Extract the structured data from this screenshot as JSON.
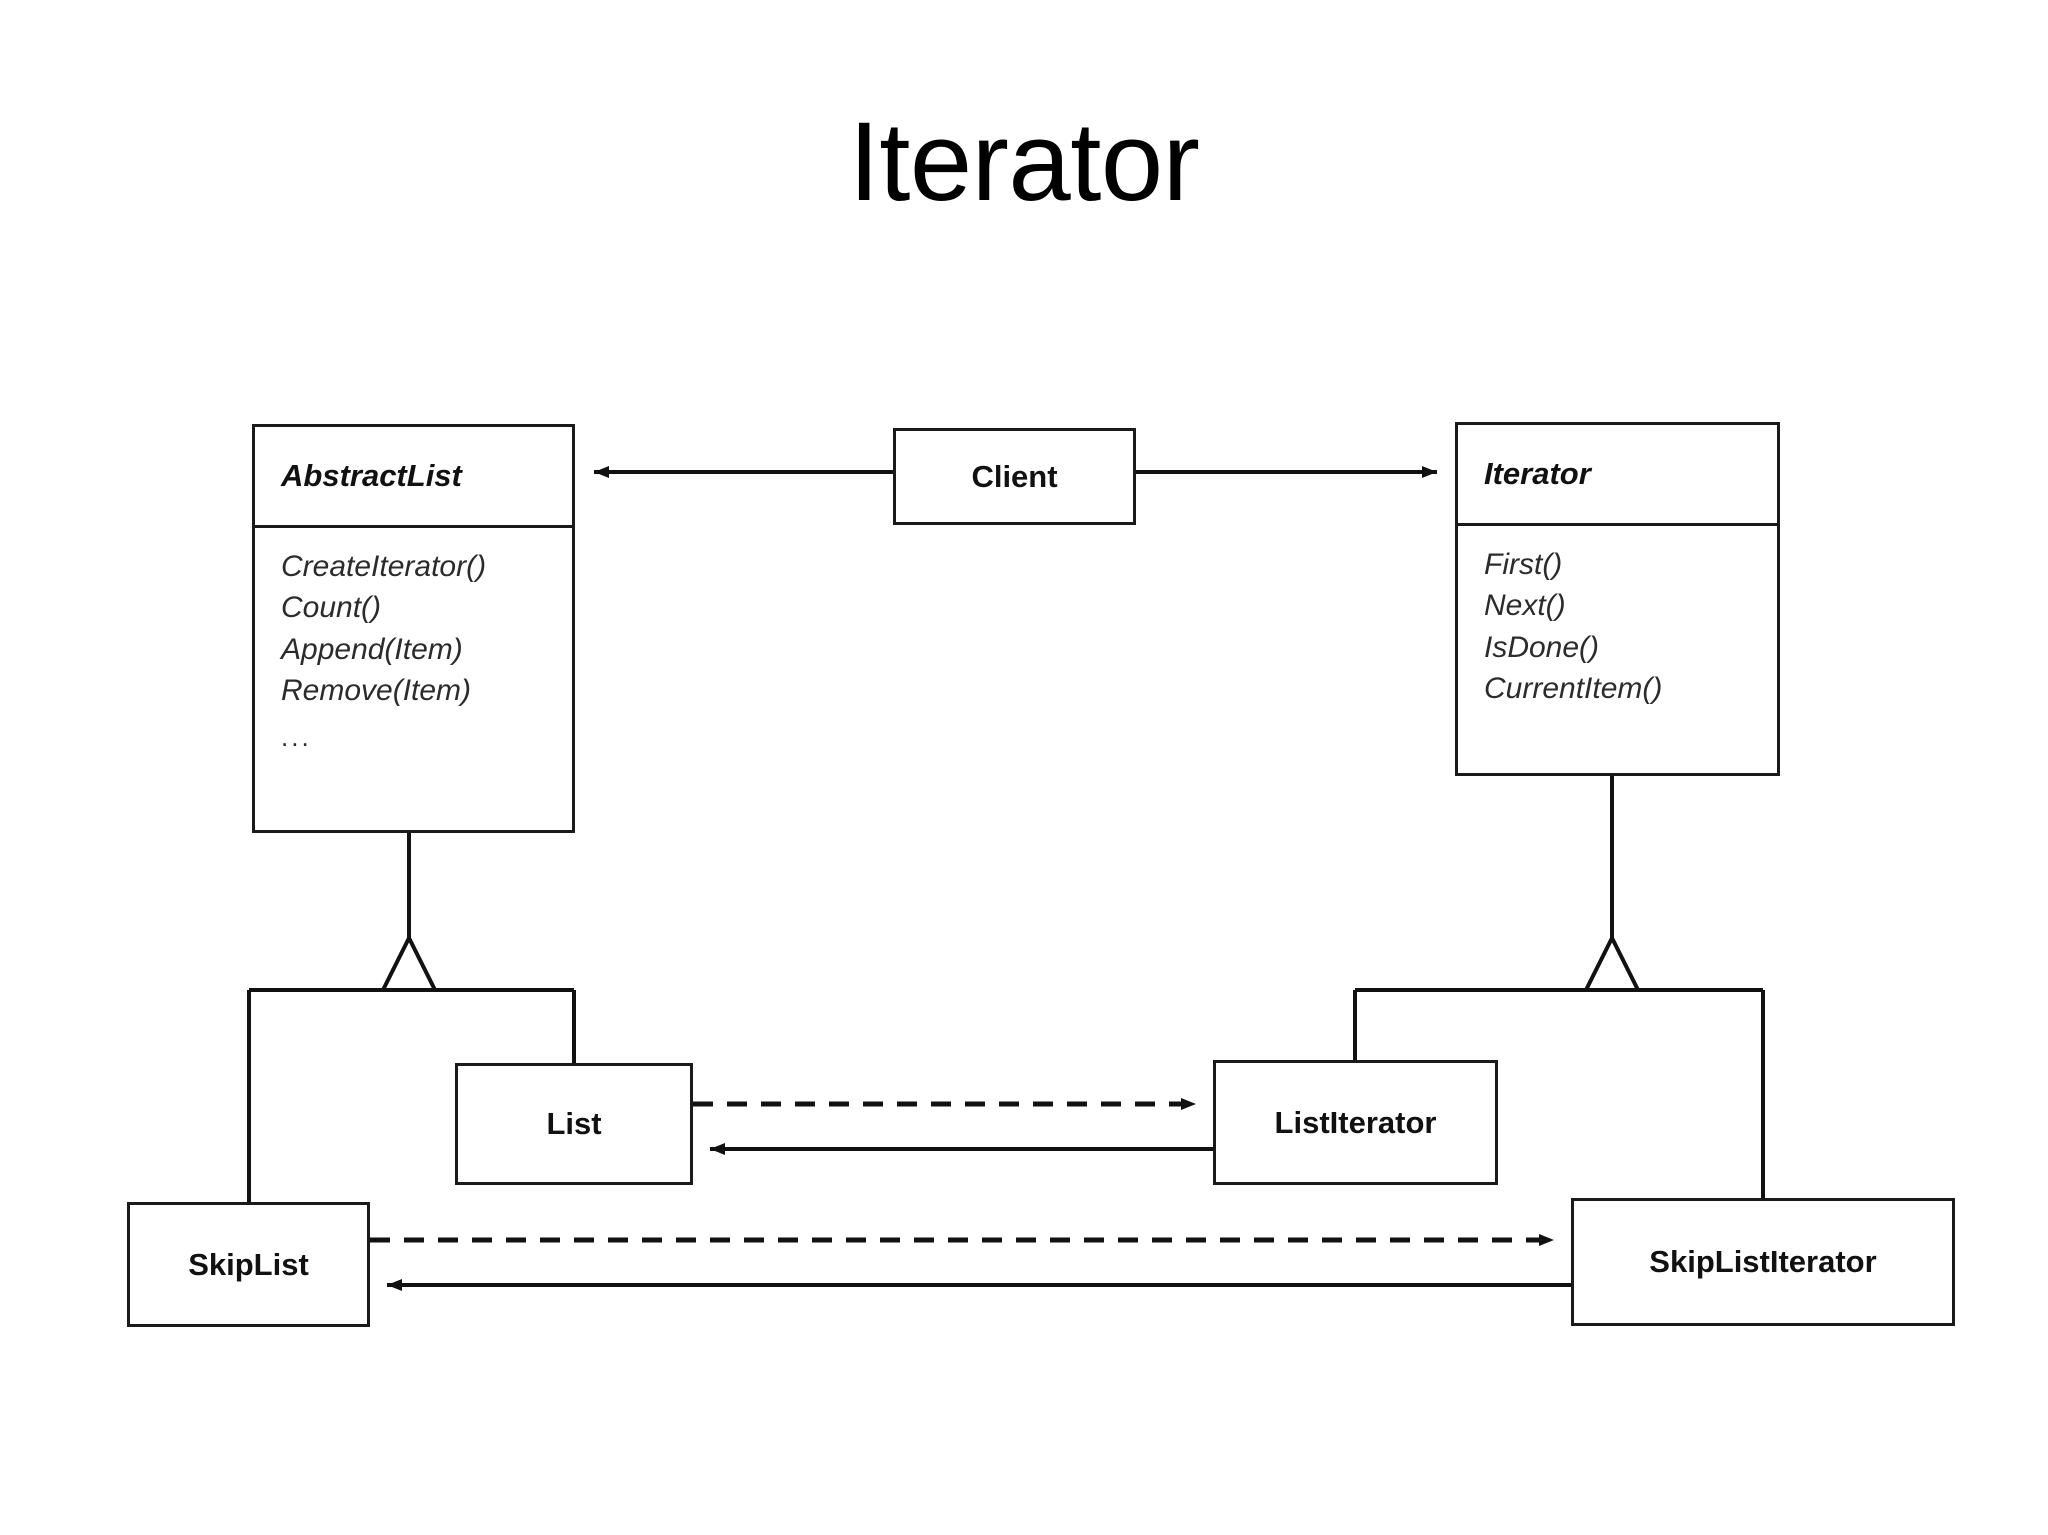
{
  "slide": {
    "title": "Iterator",
    "background_color": "#ffffff",
    "line_color": "#1a1a1a"
  },
  "diagram": {
    "type": "uml-class-diagram",
    "classes": [
      {
        "id": "abstractlist",
        "name": "AbstractList",
        "abstract": true,
        "operations": [
          "CreateIterator()",
          "Count()",
          "Append(Item)",
          "Remove(Item)",
          "..."
        ]
      },
      {
        "id": "client",
        "name": "Client",
        "abstract": false,
        "operations": []
      },
      {
        "id": "iterator",
        "name": "Iterator",
        "abstract": true,
        "operations": [
          "First()",
          "Next()",
          "IsDone()",
          "CurrentItem()"
        ]
      },
      {
        "id": "list",
        "name": "List",
        "abstract": false,
        "operations": []
      },
      {
        "id": "listiterator",
        "name": "ListIterator",
        "abstract": false,
        "operations": []
      },
      {
        "id": "skiplist",
        "name": "SkipList",
        "abstract": false,
        "operations": []
      },
      {
        "id": "skiplistiterator",
        "name": "SkipListIterator",
        "abstract": false,
        "operations": []
      }
    ],
    "relationships": [
      {
        "from": "client",
        "to": "abstractlist",
        "kind": "association",
        "line": "solid",
        "arrowhead": "filled",
        "direction": "left"
      },
      {
        "from": "client",
        "to": "iterator",
        "kind": "association",
        "line": "solid",
        "arrowhead": "filled",
        "direction": "right"
      },
      {
        "from": "list",
        "to": "abstractlist",
        "kind": "generalization",
        "line": "solid",
        "arrowhead": "hollow-triangle"
      },
      {
        "from": "skiplist",
        "to": "abstractlist",
        "kind": "generalization",
        "line": "solid",
        "arrowhead": "hollow-triangle"
      },
      {
        "from": "listiterator",
        "to": "iterator",
        "kind": "generalization",
        "line": "solid",
        "arrowhead": "hollow-triangle"
      },
      {
        "from": "skiplistiterator",
        "to": "iterator",
        "kind": "generalization",
        "line": "solid",
        "arrowhead": "hollow-triangle"
      },
      {
        "from": "list",
        "to": "listiterator",
        "kind": "dependency",
        "line": "dashed",
        "arrowhead": "filled",
        "direction": "right"
      },
      {
        "from": "listiterator",
        "to": "list",
        "kind": "association",
        "line": "solid",
        "arrowhead": "filled",
        "direction": "left"
      },
      {
        "from": "skiplist",
        "to": "skiplistiterator",
        "kind": "dependency",
        "line": "dashed",
        "arrowhead": "filled",
        "direction": "right"
      },
      {
        "from": "skiplistiterator",
        "to": "skiplist",
        "kind": "association",
        "line": "solid",
        "arrowhead": "filled",
        "direction": "left"
      }
    ]
  }
}
